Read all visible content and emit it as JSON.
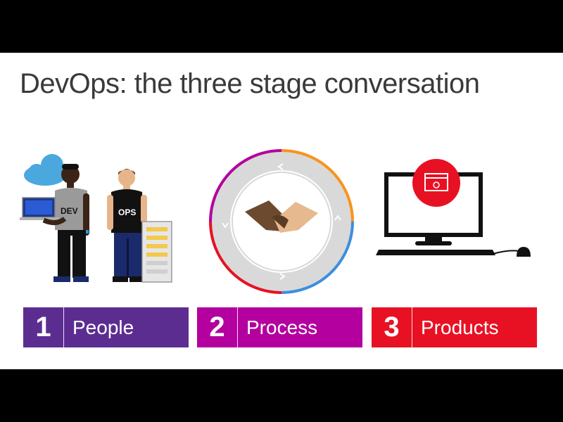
{
  "slide": {
    "title": "DevOps: the three stage conversation"
  },
  "people_art": {
    "dev_shirt_label": "DEV",
    "ops_shirt_label": "OPS"
  },
  "stages": [
    {
      "number": "1",
      "label": "People",
      "color": "#5C2D91"
    },
    {
      "number": "2",
      "label": "Process",
      "color": "#B4009E"
    },
    {
      "number": "3",
      "label": "Products",
      "color": "#E81123"
    }
  ],
  "colors": {
    "cloud": "#4AA8DE",
    "ring_orange": "#F7941D",
    "ring_blue": "#3E8EDE",
    "ring_red": "#E81123",
    "ring_purple": "#B4009E",
    "monitor_badge": "#E81123"
  }
}
